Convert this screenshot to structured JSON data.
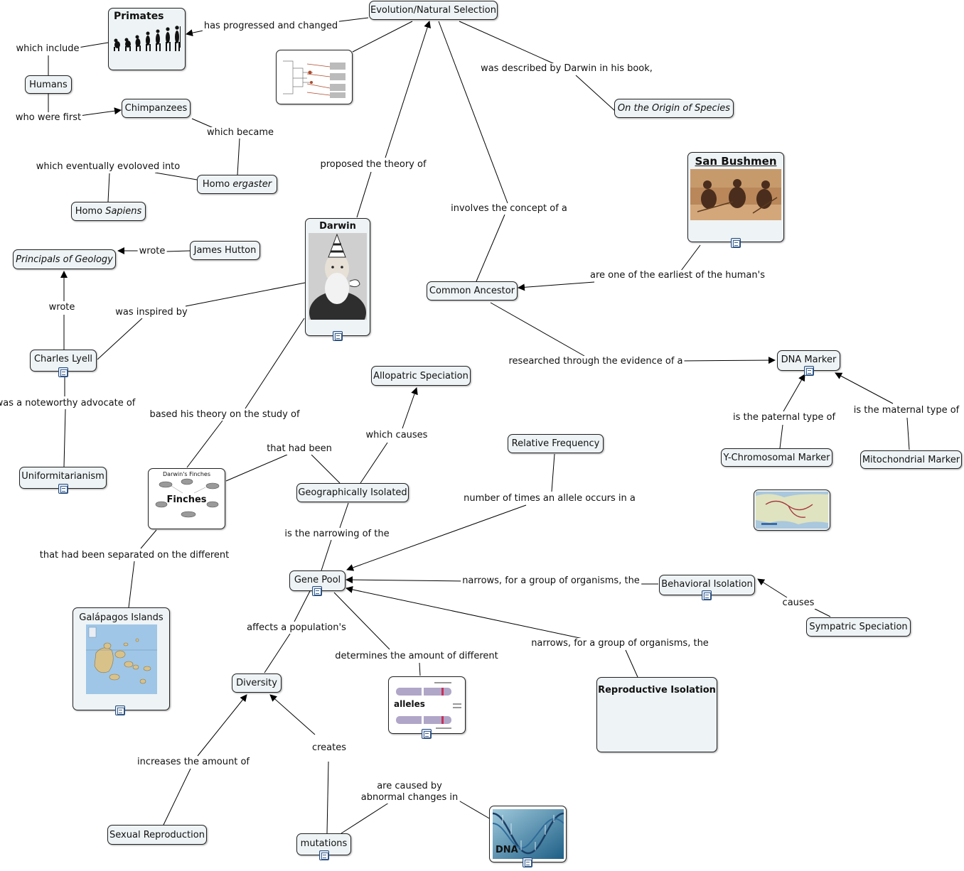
{
  "concepts": {
    "evolution": "Evolution/Natural Selection",
    "primates": "Primates",
    "humans": "Humans",
    "chimpanzees": "Chimpanzees",
    "homo_ergaster_a": "Homo ",
    "homo_ergaster_b": "ergaster",
    "homo_sapiens_a": "Homo ",
    "homo_sapiens_b": "Sapiens",
    "origin_species": "On the Origin of Species",
    "san_bushmen": "San Bushmen",
    "darwin": "Darwin",
    "james_hutton": "James Hutton",
    "principals_geology": "Principals of Geology",
    "common_ancestor": "Common Ancestor",
    "charles_lyell": "Charles Lyell",
    "dna_marker": "DNA Marker",
    "allopatric": "Allopatric Speciation",
    "relative_frequency": "Relative Frequency",
    "y_marker": "Y-Chromosomal Marker",
    "mito_marker": "Mitochondrial Marker",
    "uniformitarianism": "Uniformitarianism",
    "finches_title": "Darwin's Finches",
    "finches": "Finches",
    "geo_isolated": "Geographically Isolated",
    "gene_pool": "Gene Pool",
    "behavioral": "Behavioral Isolation",
    "sympatric": "Sympatric Speciation",
    "galapagos": "Galápagos Islands",
    "diversity": "Diversity",
    "alleles": "alleles",
    "reproductive": "Reproductive Isolation",
    "sexual_repro": "Sexual Reproduction",
    "mutations": "mutations",
    "dna": "DNA"
  },
  "links": {
    "has_progressed": "has progressed and changed",
    "which_include": "which include",
    "described_darwin": "was described by Darwin in his book,",
    "who_were_first": "who were first",
    "which_became": "which became",
    "eventually_evolved": "which eventually evoloved into",
    "proposed": "proposed the theory of",
    "involves": "involves the concept of a",
    "wrote_hutton": "wrote",
    "earliest": "are one of the earliest of the human's",
    "wrote_lyell": "wrote",
    "inspired": "was inspired by",
    "researched": "researched through the evidence of a",
    "advocate": "was a noteworthy advocate of",
    "based_theory": "based his theory on the study of",
    "paternal": "is the paternal type of",
    "maternal": "is the maternal type of",
    "which_causes": "which causes",
    "that_had_been": "that had been",
    "number_times": "number of times an allele occurs in a",
    "narrowing": "is the narrowing of the",
    "separated": "that had been separated on the different",
    "narrows_1": "narrows, for a group of organisms, the",
    "causes": "causes",
    "affects": "affects a population's",
    "narrows_2": "narrows, for a group of organisms, the",
    "determines": "determines the amount of different",
    "creates": "creates",
    "increases": "increases the amount of",
    "caused_by_1": "are caused by",
    "caused_by_2": "abnormal changes in"
  },
  "colors": {
    "node_bg": "#eef3f5",
    "border": "#222222",
    "line": "#000000"
  }
}
